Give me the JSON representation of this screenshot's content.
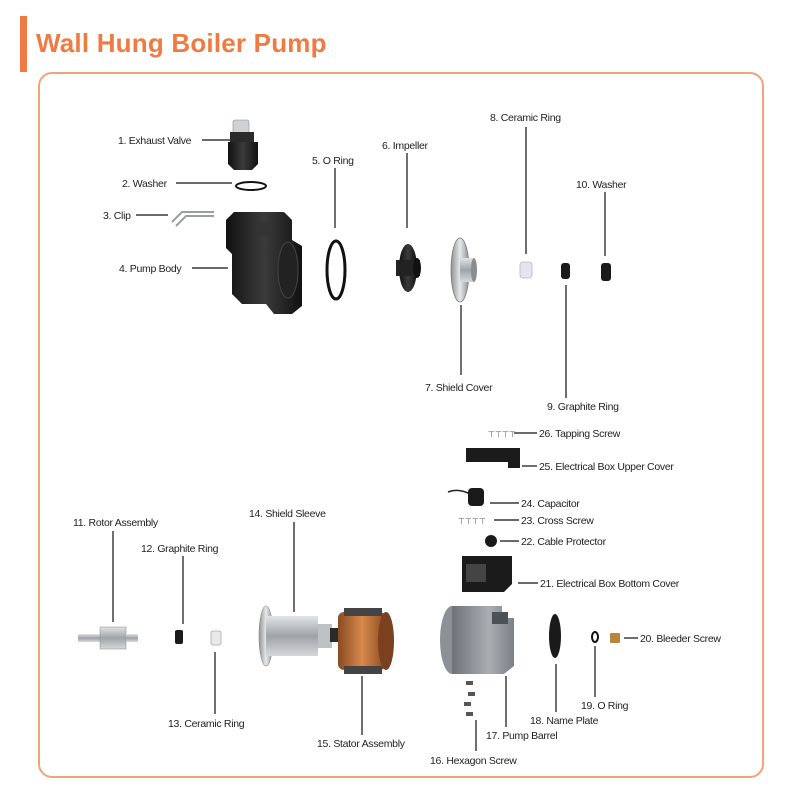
{
  "title": "Wall Hung Boiler Pump",
  "colors": {
    "accent": "#ef7b42",
    "frame": "#f2a37a",
    "part_dark": "#1a1a1a",
    "metal": "#b9bcbf",
    "copper": "#b8672f"
  },
  "parts": [
    {
      "label": "1. Exhaust Valve",
      "icon": "exhaust-valve-icon"
    },
    {
      "label": "2. Washer",
      "icon": "washer-ring-icon"
    },
    {
      "label": "3. Clip",
      "icon": "clip-icon"
    },
    {
      "label": "4. Pump Body",
      "icon": "pump-body-icon"
    },
    {
      "label": "5. O Ring",
      "icon": "o-ring-icon"
    },
    {
      "label": "6. Impeller",
      "icon": "impeller-icon"
    },
    {
      "label": "7. Shield Cover",
      "icon": "shield-cover-icon"
    },
    {
      "label": "8. Ceramic Ring",
      "icon": "ceramic-ring-icon"
    },
    {
      "label": "9. Graphite Ring",
      "icon": "graphite-ring-icon"
    },
    {
      "label": "10. Washer",
      "icon": "washer-icon"
    },
    {
      "label": "11. Rotor Assembly",
      "icon": "rotor-assembly-icon"
    },
    {
      "label": "12. Graphite Ring",
      "icon": "graphite-ring-icon"
    },
    {
      "label": "13. Ceramic Ring",
      "icon": "ceramic-ring-icon"
    },
    {
      "label": "14. Shield Sleeve",
      "icon": "shield-sleeve-icon"
    },
    {
      "label": "15. Stator Assembly",
      "icon": "stator-assembly-icon"
    },
    {
      "label": "16. Hexagon Screw",
      "icon": "hexagon-screw-icon"
    },
    {
      "label": "17. Pump Barrel",
      "icon": "pump-barrel-icon"
    },
    {
      "label": "18. Name Plate",
      "icon": "name-plate-icon"
    },
    {
      "label": "19. O Ring",
      "icon": "o-ring-icon"
    },
    {
      "label": "20. Bleeder Screw",
      "icon": "bleeder-screw-icon"
    },
    {
      "label": "21. Electrical Box Bottom Cover",
      "icon": "electrical-box-bottom-icon"
    },
    {
      "label": "22. Cable Protector",
      "icon": "cable-protector-icon"
    },
    {
      "label": "23. Cross Screw",
      "icon": "cross-screw-icon"
    },
    {
      "label": "24. Capacitor",
      "icon": "capacitor-icon"
    },
    {
      "label": "25. Electrical Box Upper Cover",
      "icon": "electrical-box-upper-icon"
    },
    {
      "label": "26. Tapping Screw",
      "icon": "tapping-screw-icon"
    }
  ]
}
